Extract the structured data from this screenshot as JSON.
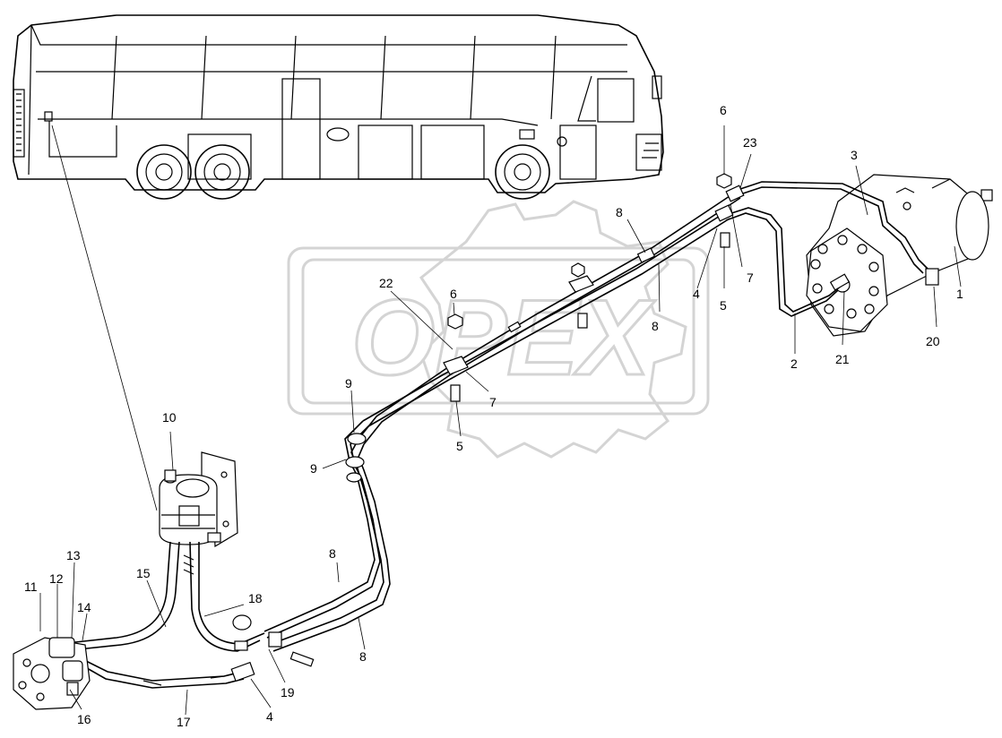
{
  "watermark": {
    "text": "OPEX"
  },
  "callouts": {
    "c1": "1",
    "c2": "2",
    "c3": "3",
    "c4a": "4",
    "c4b": "4",
    "c5a": "5",
    "c5b": "5",
    "c6a": "6",
    "c6b": "6",
    "c7a": "7",
    "c7b": "7",
    "c8a": "8",
    "c8b": "8",
    "c8c": "8",
    "c8d": "8",
    "c9a": "9",
    "c9b": "9",
    "c10": "10",
    "c11": "11",
    "c12": "12",
    "c13": "13",
    "c14": "14",
    "c15": "15",
    "c16": "16",
    "c17": "17",
    "c18": "18",
    "c19": "19",
    "c20": "20",
    "c21": "21",
    "c22": "22",
    "c23": "23"
  }
}
